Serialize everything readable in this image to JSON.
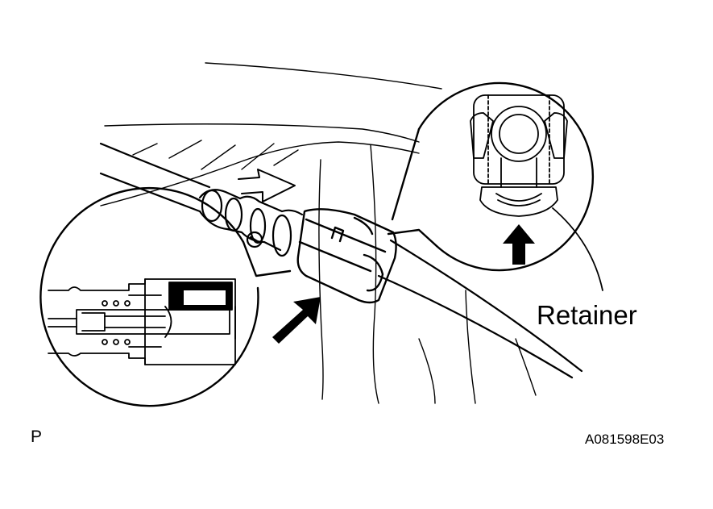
{
  "labels": {
    "retainer": "Retainer",
    "corner_code": "P",
    "figure_id": "A081598E03"
  }
}
